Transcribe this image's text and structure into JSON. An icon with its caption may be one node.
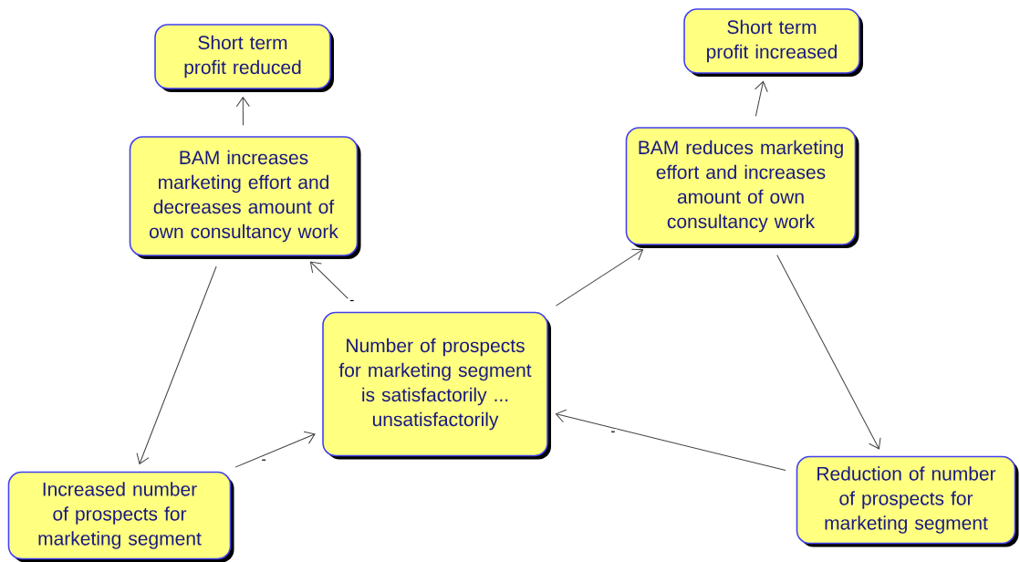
{
  "diagram": {
    "nodes": [
      {
        "text": [
          "Short term profit reduced"
        ]
      },
      {
        "text": [
          "BAM increases marketing effort and decreases amount of own consultancy work"
        ]
      },
      {
        "text": [
          "Short term profit increased"
        ]
      },
      {
        "text": [
          "BAM reduces marketing effort and increases amount of own consultancy work"
        ]
      },
      {
        "text": [
          "Number of prospects for marketing segment is satisfactorily ... unsatisfactorily"
        ]
      },
      {
        "text": [
          "Increased number of prospects for marketing segment"
        ]
      },
      {
        "text": [
          "Reduction of number of prospects for marketing segment"
        ]
      }
    ],
    "edges": [
      {
        "from": 1,
        "to": 0,
        "arrow": "to"
      },
      {
        "from": 3,
        "to": 2,
        "arrow": "to"
      },
      {
        "from": 4,
        "to": 1,
        "arrow": "to",
        "label": "-"
      },
      {
        "from": 4,
        "to": 3,
        "arrow": "to"
      },
      {
        "from": 1,
        "to": 5,
        "arrow": "to"
      },
      {
        "from": 5,
        "to": 4,
        "arrow": "to",
        "label": "-"
      },
      {
        "from": 3,
        "to": 6,
        "arrow": "to"
      },
      {
        "from": 6,
        "to": 4,
        "arrow": "to",
        "label": "-"
      }
    ]
  }
}
